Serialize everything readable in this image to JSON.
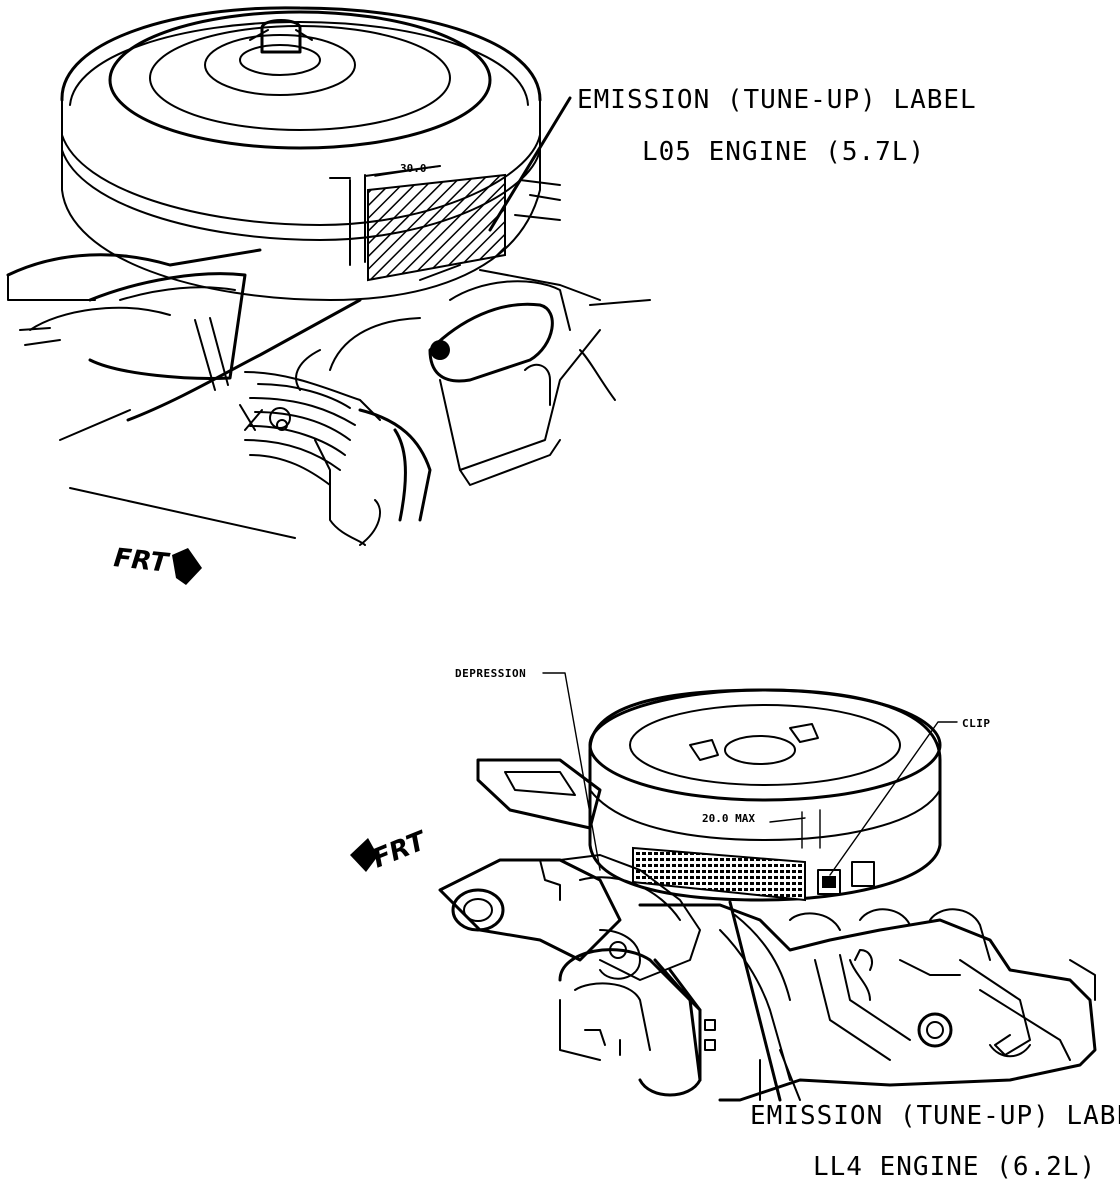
{
  "top_view": {
    "label_line1": "EMISSION (TUNE-UP) LABEL",
    "label_line2": "L05 ENGINE (5.7L)",
    "dimension": "30.0",
    "direction": "FRT"
  },
  "bottom_view": {
    "depression": "DEPRESSION",
    "clip": "CLIP",
    "dimension": "20.0 MAX",
    "direction": "FRT",
    "label_line1": "EMISSION (TUNE-UP) LABEL",
    "label_line2": "LL4 ENGINE (6.2L)"
  }
}
